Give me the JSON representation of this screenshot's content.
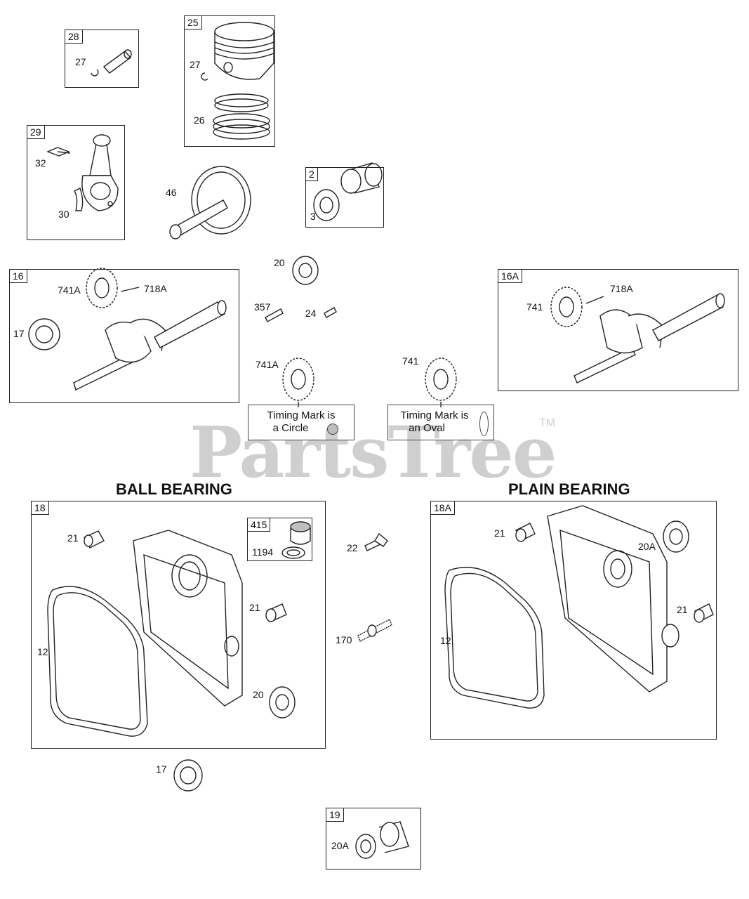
{
  "watermark": {
    "brand": "PartsTree",
    "trademark": "TM"
  },
  "headings": {
    "ball_bearing": "BALL BEARING",
    "plain_bearing": "PLAIN BEARING"
  },
  "notes": {
    "circle": {
      "line1": "Timing Mark is",
      "line2": "a Circle"
    },
    "oval": {
      "line1": "Timing Mark is",
      "line2": "an Oval"
    }
  },
  "boxes": {
    "b28": {
      "ref": "28",
      "parts": [
        "27"
      ]
    },
    "b25": {
      "ref": "25",
      "parts": [
        "27",
        "26"
      ]
    },
    "b29": {
      "ref": "29",
      "parts": [
        "32",
        "30"
      ]
    },
    "b2": {
      "ref": "2",
      "parts": [
        "3"
      ]
    },
    "b16": {
      "ref": "16",
      "parts": [
        "741A",
        "718A",
        "17"
      ]
    },
    "b16a": {
      "ref": "16A",
      "parts": [
        "718A",
        "741"
      ]
    },
    "b18": {
      "ref": "18",
      "parts": [
        "21",
        "21",
        "12",
        "20"
      ]
    },
    "b415": {
      "ref": "415",
      "parts": [
        "1194"
      ]
    },
    "b18a": {
      "ref": "18A",
      "parts": [
        "21",
        "20A",
        "21",
        "12"
      ]
    },
    "b19": {
      "ref": "19",
      "parts": [
        "20A"
      ]
    }
  },
  "loose_parts": {
    "p46": "46",
    "p20": "20",
    "p357": "357",
    "p24": "24",
    "p741a": "741A",
    "p741": "741",
    "p22": "22",
    "p170": "170",
    "p17": "17"
  },
  "colors": {
    "line": "#222222",
    "watermark": "#cfcfcf",
    "shade": "#bfbfbf"
  }
}
